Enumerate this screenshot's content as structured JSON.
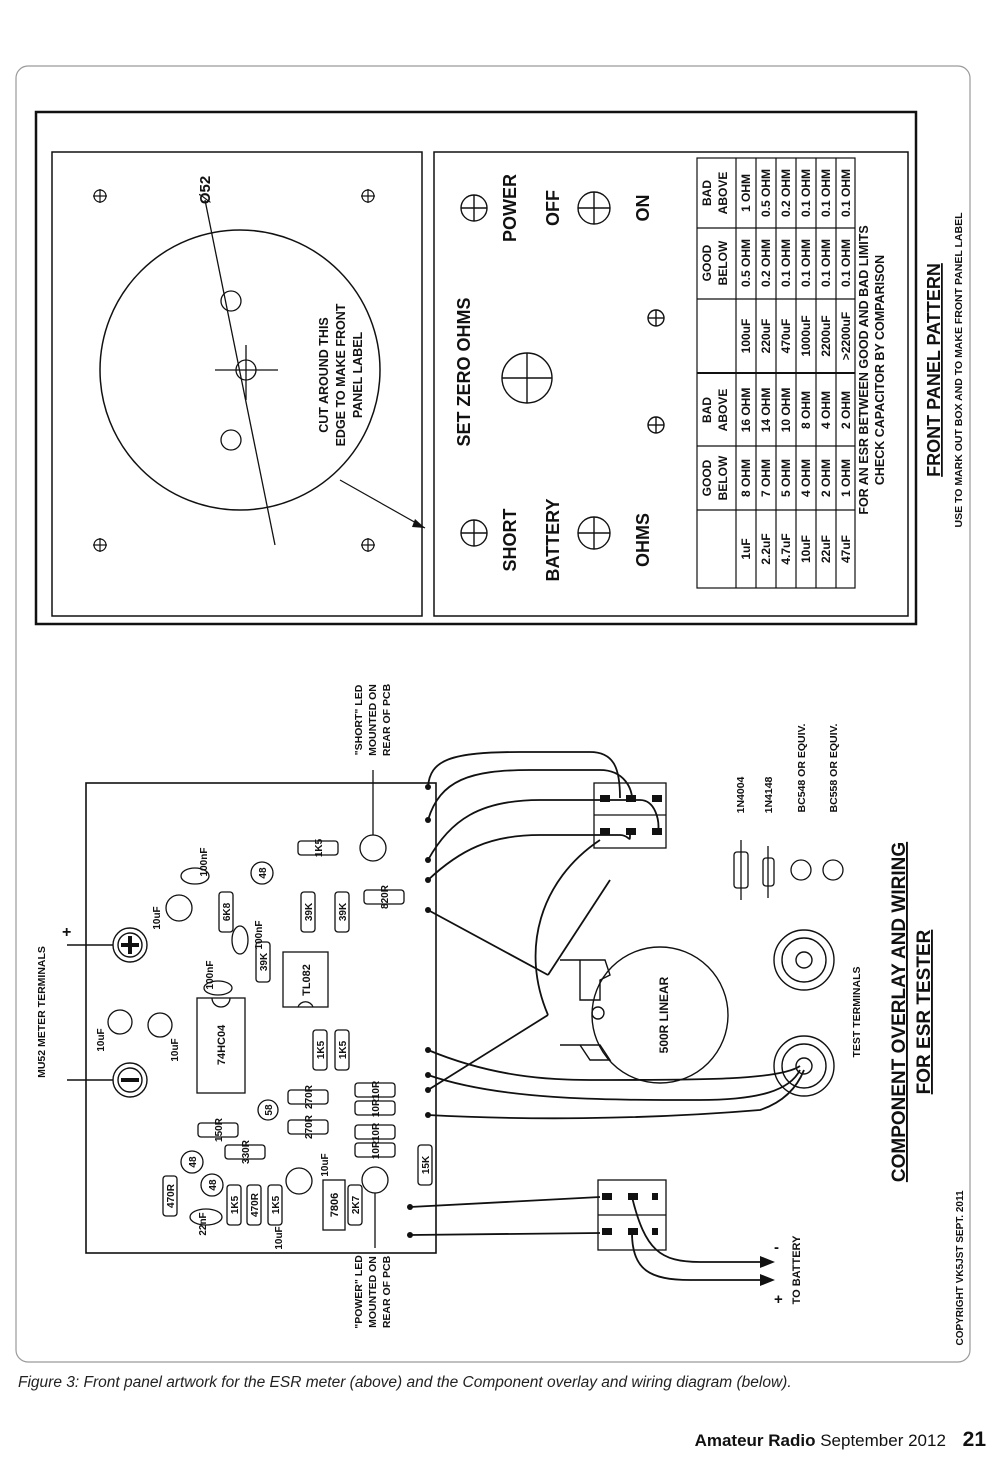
{
  "front_panel": {
    "diameter": "Ø52",
    "cut_note": [
      "CUT AROUND THIS",
      "EDGE TO MAKE FRONT",
      "PANEL LABEL"
    ],
    "set_zero": "SET ZERO OHMS",
    "short": "SHORT",
    "battery": "BATTERY",
    "ohms": "OHMS",
    "power": "POWER",
    "off": "OFF",
    "on": "ON",
    "table": {
      "headers_left": [
        "GOOD BELOW",
        "BAD ABOVE"
      ],
      "headers_right": [
        "GOOD BELOW",
        "BAD ABOVE"
      ],
      "rows_left": [
        [
          "1uF",
          "8 OHM",
          "16 OHM"
        ],
        [
          "2.2uF",
          "7 OHM",
          "14 OHM"
        ],
        [
          "4.7uF",
          "5 OHM",
          "10 OHM"
        ],
        [
          "10uF",
          "4 OHM",
          "8 OHM"
        ],
        [
          "22uF",
          "2 OHM",
          "4 OHM"
        ],
        [
          "47uF",
          "1 OHM",
          "2 OHM"
        ]
      ],
      "rows_right": [
        [
          "100uF",
          "0.5 OHM",
          "1 OHM"
        ],
        [
          "220uF",
          "0.2 OHM",
          "0.5 OHM"
        ],
        [
          "470uF",
          "0.1 OHM",
          "0.2 OHM"
        ],
        [
          "1000uF",
          "0.1 OHM",
          "0.1 OHM"
        ],
        [
          "2200uF",
          "0.1 OHM",
          "0.1 OHM"
        ],
        [
          ">2200uF",
          "0.1 OHM",
          "0.1 OHM"
        ]
      ],
      "note": [
        "FOR AN ESR BETWEEN GOOD AND BAD LIMITS",
        "CHECK CAPACITOR BY COMPARISON"
      ]
    },
    "title": "FRONT PANEL PATTERN",
    "subtitle": "USE TO MARK OUT BOX AND TO MAKE FRONT PANEL LABEL"
  },
  "overlay": {
    "title": "COMPONENT OVERLAY AND WIRING",
    "subtitle": "FOR ESR TESTER",
    "copyright": "COPYRIGHT VK5JST SEPT. 2011",
    "meter_terminals": "MU52 METER TERMINALS",
    "short_led": [
      "\"SHORT\" LED",
      "MOUNTED ON",
      "REAR OF PCB"
    ],
    "power_led": [
      "\"POWER\" LED",
      "MOUNTED ON",
      "REAR OF PCB"
    ],
    "to_battery": "TO BATTERY",
    "test_terminals": "TEST TERMINALS",
    "pot": "500R LINEAR",
    "legend": [
      "1N4004",
      "1N4148",
      "BC548 OR EQUIV.",
      "BC558 OR EQUIV."
    ],
    "components": {
      "r1k5a": "1K5",
      "r6k8": "6K8",
      "r39ka": "39K",
      "r39kb": "39K",
      "r39kc": "39K",
      "r820": "820R",
      "r1k5b": "1K5",
      "r1k5c": "1K5",
      "r270a": "270R",
      "r270b": "270R",
      "r150": "150R",
      "r330": "330R",
      "r10a": "10R",
      "r10b": "10R",
      "r10c": "10R",
      "r10d": "10R",
      "r15k": "15K",
      "r470a": "470R",
      "r470b": "470R",
      "r1k5d": "1K5",
      "r1k5e": "1K5",
      "r2k7": "2K7",
      "reg": "7806",
      "ic1": "74HC04",
      "ic2": "TL082",
      "c100n1": "100nF",
      "c100n2": "100nF",
      "c100n3": "100nF",
      "c22n": "22nF",
      "c10u1": "10uF",
      "c10u2": "10uF",
      "c10u3": "10uF",
      "c10u4": "10uF",
      "c10u5": "10uF",
      "t48": "48",
      "t58": "58"
    }
  }
}
